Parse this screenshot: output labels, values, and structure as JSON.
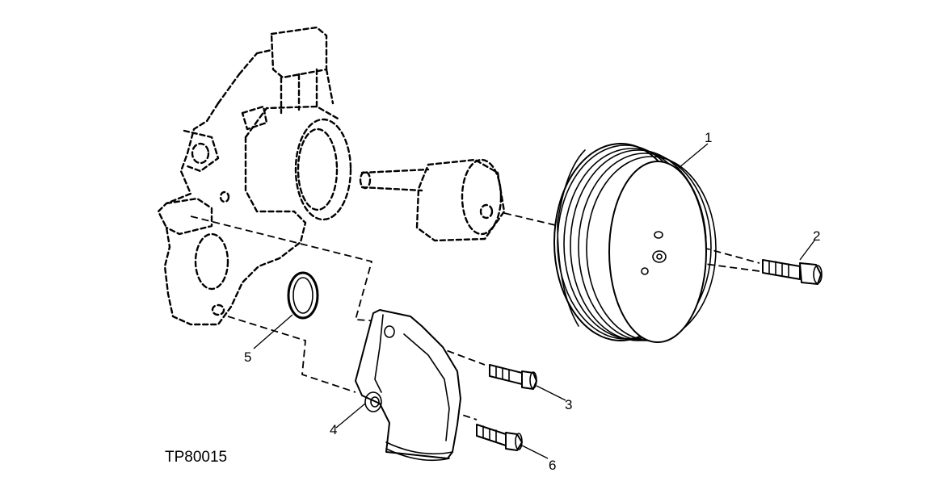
{
  "figure": {
    "id_label": "TP80015",
    "callouts": [
      "1",
      "2",
      "3",
      "4",
      "5",
      "6"
    ]
  },
  "colors": {
    "ink": "#000000",
    "background": "#ffffff"
  }
}
